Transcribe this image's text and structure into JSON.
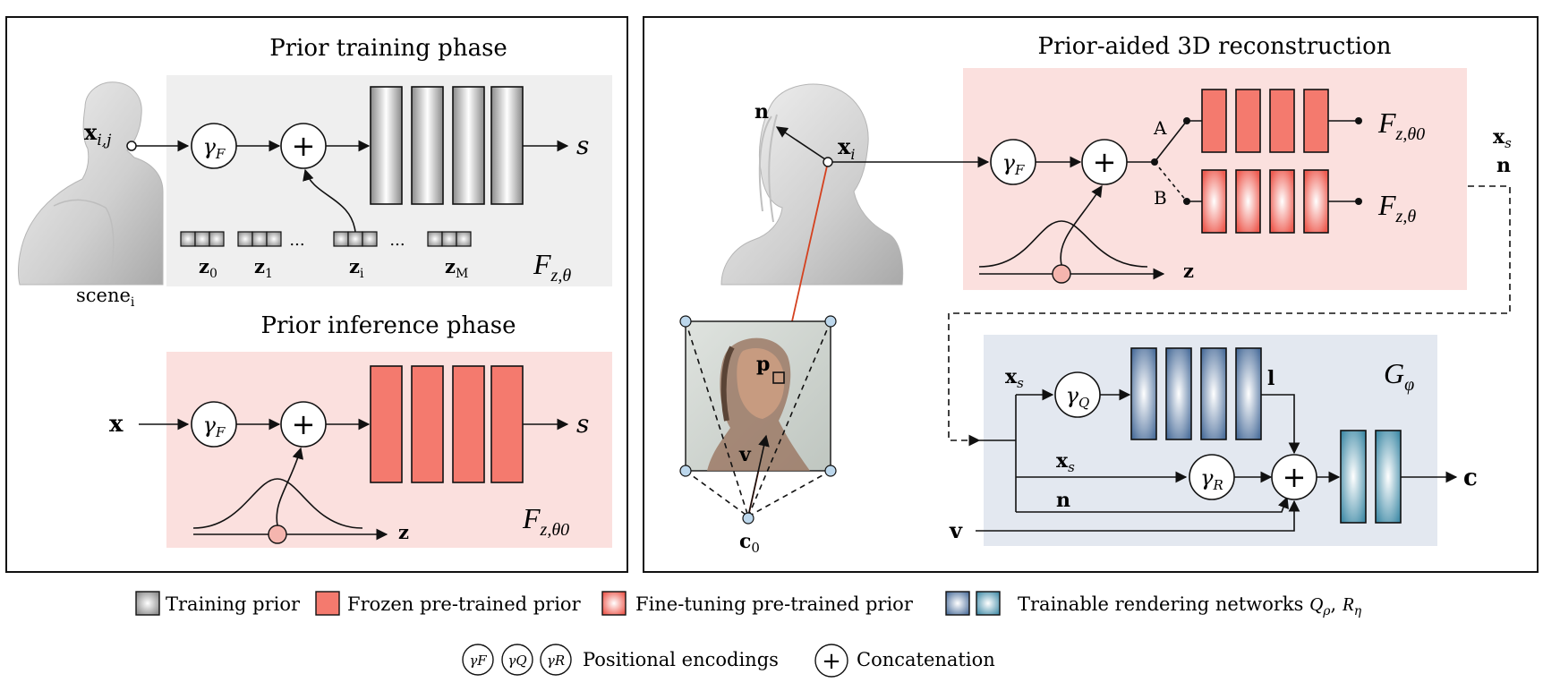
{
  "colors": {
    "frame": "#111111",
    "training_bg": "#efefef",
    "frozen_bg": "#fbe0de",
    "reconstruction_bg": "#fbe0de",
    "rendering_bg": "#e3e8f0",
    "frozen_block": "#f47a6e",
    "finetune_edge": "#e85a50",
    "gray_block_center": "#ffffff",
    "gray_block_edge": "#8a8a8a",
    "blue_block_edge": "#4a6d9a",
    "teal_block_edge": "#3f8aa6",
    "ray": "#d4411f",
    "camera_vertex": "#bcd7ec",
    "gaussian_point": "#f5b5ae"
  },
  "left_panel": {
    "training": {
      "title": "Prior training phase",
      "input_label": "x",
      "input_subscript": "i,j",
      "scene_label": "scene",
      "scene_subscript": "i",
      "encoding_label": "γ",
      "encoding_subscript": "F",
      "concat_symbol": "+",
      "output_label": "s",
      "latent_codes": [
        {
          "label": "z",
          "subscript": "0"
        },
        {
          "label": "z",
          "subscript": "1"
        },
        {
          "label": "z",
          "subscript": "i"
        },
        {
          "label": "z",
          "subscript": "M"
        }
      ],
      "ellipsis": "...",
      "network_label": "F",
      "network_subscript": "z,θ"
    },
    "inference": {
      "title": "Prior inference phase",
      "input_label": "x",
      "encoding_label": "γ",
      "encoding_subscript": "F",
      "concat_symbol": "+",
      "output_label": "s",
      "latent_axis_label": "z",
      "network_label": "F",
      "network_subscript": "z,θ0"
    }
  },
  "right_panel": {
    "title": "Prior-aided 3D reconstruction",
    "normal_label": "n",
    "point_label": "x",
    "point_subscript": "i",
    "encoding_label": "γ",
    "encoding_subscript": "F",
    "concat_symbol": "+",
    "branch_a": "A",
    "branch_b": "B",
    "network_a_label": "F",
    "network_a_subscript": "z,θ0",
    "network_b_label": "F",
    "network_b_subscript": "z,θ",
    "latent_axis_label": "z",
    "output_xs_label": "x",
    "output_xs_subscript": "s",
    "output_n_label": "n",
    "camera": {
      "pixel_label": "p",
      "view_label": "v",
      "center_label": "c",
      "center_subscript": "0"
    },
    "rendering": {
      "network_label": "G",
      "network_subscript": "φ",
      "xs_label": "x",
      "xs_subscript": "s",
      "enc_q_label": "γ",
      "enc_q_subscript": "Q",
      "enc_r_label": "γ",
      "enc_r_subscript": "R",
      "l_label": "l",
      "xs2_label": "x",
      "xs2_subscript": "s",
      "n_label": "n",
      "v_label": "v",
      "concat_symbol": "+",
      "output_label": "c"
    }
  },
  "legend": {
    "training_prior": "Training prior",
    "frozen_prior": "Frozen pre-trained prior",
    "finetune_prior": "Fine-tuning pre-trained prior",
    "trainable_rendering": "Trainable rendering networks",
    "q_symbol": "Q",
    "q_subscript": "ρ",
    "r_symbol": "R",
    "r_subscript": "η",
    "separator": ",",
    "positional_encodings": "Positional encodings",
    "enc_f": "γF",
    "enc_q": "γQ",
    "enc_r": "γR",
    "concat_symbol": "+",
    "concatenation": "Concatenation"
  }
}
